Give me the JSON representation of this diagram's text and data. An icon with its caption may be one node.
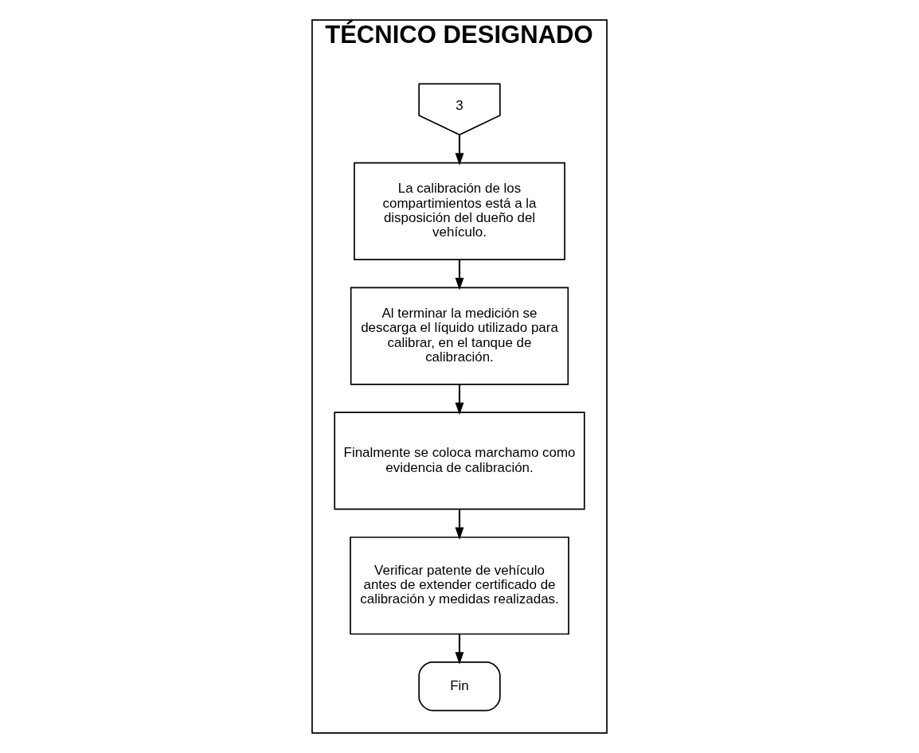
{
  "diagram": {
    "nodes": [
      {
        "text": [
          "TÉCNICO DESIGNADO"
        ]
      },
      {
        "text": [
          "3"
        ],
        "in": 0
      },
      {
        "text": [
          "La calibración de los compartimientos está a la disposición del dueño del vehículo."
        ],
        "in": 0
      },
      {
        "text": [
          "Al terminar la medición se descarga el líquido utilizado para calibrar, en el tanque de calibración."
        ],
        "in": 0
      },
      {
        "text": [
          "Finalmente se coloca marchamo como evidencia de calibración."
        ],
        "in": 0
      },
      {
        "text": [
          "Verificar patente de vehículo antes de extender certificado de calibración y medidas realizadas."
        ],
        "in": 0
      },
      {
        "text": [
          "Fin"
        ],
        "in": 0
      }
    ],
    "edges": [
      {
        "from": 1,
        "to": 2,
        "arrow": "to"
      },
      {
        "from": 2,
        "to": 3,
        "arrow": "to"
      },
      {
        "from": 3,
        "to": 4,
        "arrow": "to"
      },
      {
        "from": 4,
        "to": 5,
        "arrow": "to"
      },
      {
        "from": 5,
        "to": 6,
        "arrow": "to"
      }
    ]
  }
}
